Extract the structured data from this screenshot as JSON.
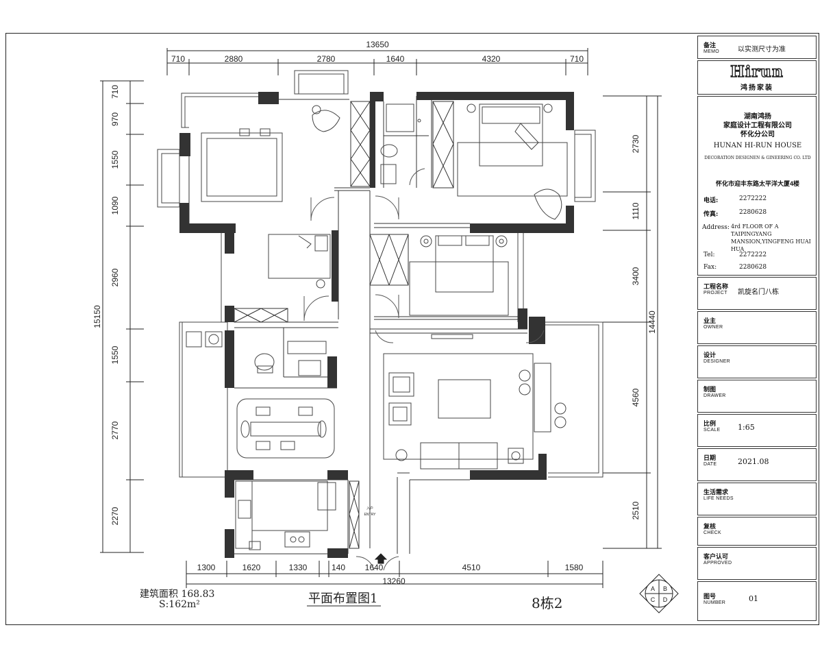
{
  "dimensions": {
    "top_total": "13650",
    "top_segments": [
      "710",
      "2880",
      "2780",
      "1640",
      "4320",
      "710"
    ],
    "bottom_segments": [
      "1300",
      "1620",
      "1330",
      "140",
      "1640",
      "4510",
      "1580"
    ],
    "bottom_total": "13260",
    "left_total": "15150",
    "left_segments": [
      "710",
      "970",
      "1550",
      "1090",
      "2960",
      "1550",
      "2770",
      "2270"
    ],
    "right_segments": [
      "2730",
      "1110",
      "3400",
      "4560",
      "2510"
    ],
    "right_total": "14440"
  },
  "drawing": {
    "area_label": "建筑面积 168.83",
    "area_sub": "S:162m²",
    "title": "平面布置图1",
    "building": "8栋2",
    "entry_label": "ENTRY",
    "entry_cn": "入户",
    "compass": [
      "A",
      "B",
      "C",
      "D"
    ]
  },
  "title_block": {
    "memo": {
      "cn": "备注",
      "en": "MEMO",
      "value": "以实测尺寸为准"
    },
    "logo": {
      "word": "Hirun",
      "sub": "鸿扬家装"
    },
    "company": {
      "cn1": "湖南鸿扬",
      "cn2": "家庭设计工程有限公司",
      "cn3": "怀化分公司",
      "en1": "HUNAN HI-RUN HOUSE",
      "en2": "DECORATION DESIGNEN & GINEERING CO. LTD",
      "addr_cn": "怀化市迎丰东路太平洋大厦4楼",
      "tel_cn_label": "电话:",
      "tel_cn": "2272222",
      "fax_cn_label": "传真:",
      "fax_cn": "2280628",
      "address_label": "Address:",
      "address_value": "4rd FLOOR OF A TAIPINGYANG MANSION,YINGFENG HUAI HUA",
      "tel_label": "Tel:",
      "tel": "2272222",
      "fax_label": "Fax:",
      "fax": "2280628"
    },
    "project": {
      "cn": "工程名称",
      "en": "PROJECT",
      "value": "凯旋名门八栋"
    },
    "owner": {
      "cn": "业主",
      "en": "OWNER",
      "value": ""
    },
    "designer": {
      "cn": "设计",
      "en": "DESIGNER",
      "value": ""
    },
    "drawer": {
      "cn": "制图",
      "en": "DRAWER",
      "value": ""
    },
    "scale": {
      "cn": "比例",
      "en": "SCALE",
      "value": "1:65"
    },
    "date": {
      "cn": "日期",
      "en": "DATE",
      "value": "2021.08"
    },
    "life_needs": {
      "cn": "生活需求",
      "en": "LIFE NEEDS",
      "value": ""
    },
    "check": {
      "cn": "复核",
      "en": "CHECK",
      "value": ""
    },
    "approved": {
      "cn": "客户认可",
      "en": "APPROVED",
      "value": ""
    },
    "number": {
      "cn": "图号",
      "en": "NUMBER",
      "value": "01"
    }
  }
}
